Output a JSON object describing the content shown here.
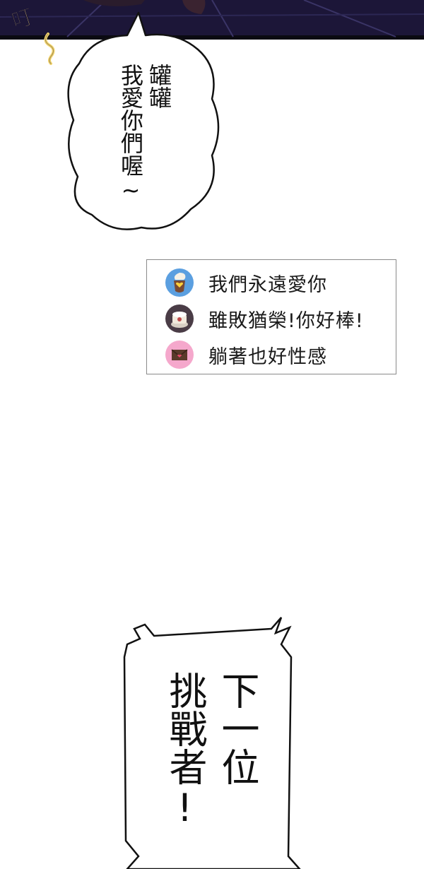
{
  "sfx": {
    "text": "叮",
    "tilde": "~"
  },
  "bubble_top": {
    "lines": [
      "罐罐",
      "我愛你們喔~"
    ]
  },
  "chat": {
    "comments": [
      {
        "text": "我們永遠愛你",
        "avatar_icon": "heart-cup-avatar-icon",
        "avatar_color": "#5b9fe0"
      },
      {
        "text": "雖敗猶榮!你好棒!",
        "avatar_icon": "cake-avatar-icon",
        "avatar_color": "#4a3c46"
      },
      {
        "text": "躺著也好性感",
        "avatar_icon": "envelope-avatar-icon",
        "avatar_color": "#f5a8cc"
      }
    ]
  },
  "bubble_bottom": {
    "lines": [
      "下一位",
      "挑戰者!"
    ]
  },
  "colors": {
    "night_sky": "#1c1638",
    "floor_line": "#3a3466",
    "sfx_yellow": "#f2d46b"
  }
}
